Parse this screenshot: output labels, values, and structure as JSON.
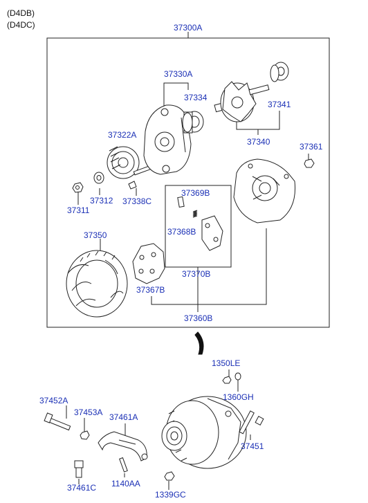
{
  "engine_codes": [
    "(D4DB)",
    "(D4DC)"
  ],
  "labels": {
    "assembly": "37300A",
    "front_bracket": "37330A",
    "bearing_front": "37334",
    "bearing_rear": "37341",
    "rotor": "37340",
    "nut_rear": "37361",
    "pulley": "37322A",
    "nut": "37311",
    "washer": "37312",
    "bolt_through": "37338C",
    "brush": "37369B",
    "spring": "37368B",
    "stator": "37350",
    "regulator": "37370B",
    "rectifier": "37367B",
    "rear_bracket": "37360B",
    "bolt_1350": "1350LE",
    "bolt_1360": "1360GH",
    "bolt_37452": "37452A",
    "nut_37453": "37453A",
    "bracket_37461": "37461A",
    "bolt_37451": "37451",
    "bolt_37461c": "37461C",
    "bolt_1140": "1140AA",
    "nut_1339": "1339GC"
  },
  "colors": {
    "label": "#1a2fb5",
    "line": "#222222"
  }
}
